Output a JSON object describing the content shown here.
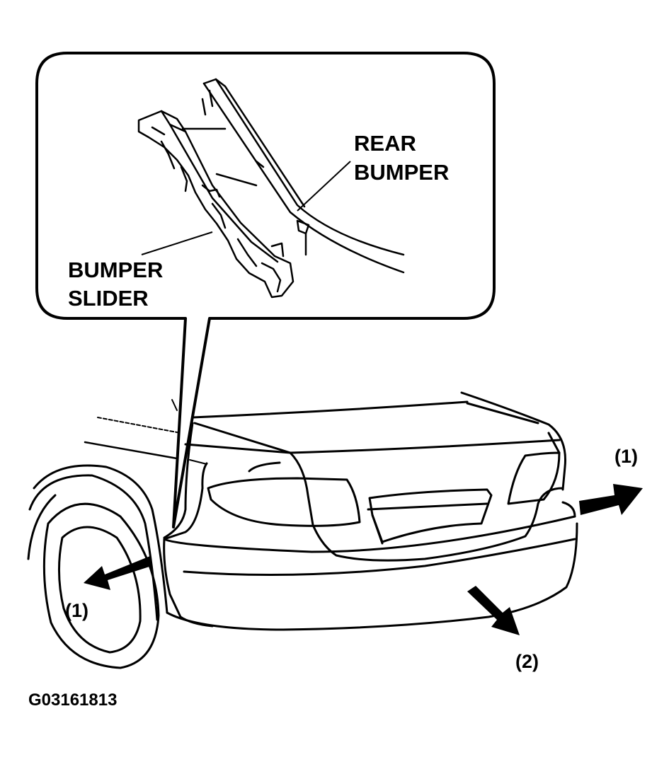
{
  "labels": {
    "rear_bumper_line1": "REAR",
    "rear_bumper_line2": "BUMPER",
    "bumper_slider_line1": "BUMPER",
    "bumper_slider_line2": "SLIDER",
    "step_right": "(1)",
    "step_left": "(1)",
    "step_down": "(2)"
  },
  "figure_code": "G03161813",
  "colors": {
    "ink": "#000000",
    "paper": "#ffffff"
  }
}
